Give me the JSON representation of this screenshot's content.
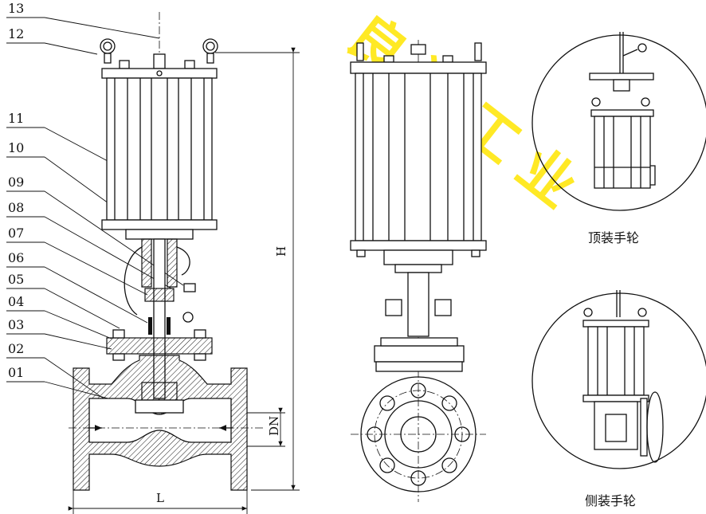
{
  "part_numbers": [
    "13",
    "12",
    "11",
    "10",
    "09",
    "08",
    "07",
    "06",
    "05",
    "04",
    "03",
    "02",
    "01"
  ],
  "dimensions": {
    "height": "H",
    "length": "L",
    "nominal_diameter": "DN"
  },
  "captions": {
    "top_handwheel": "顶装手轮",
    "side_handwheel": "侧装手轮"
  },
  "watermark": "良阀工业",
  "colors": {
    "line": "#111111",
    "watermark": "#ffe600",
    "background": "#ffffff"
  }
}
